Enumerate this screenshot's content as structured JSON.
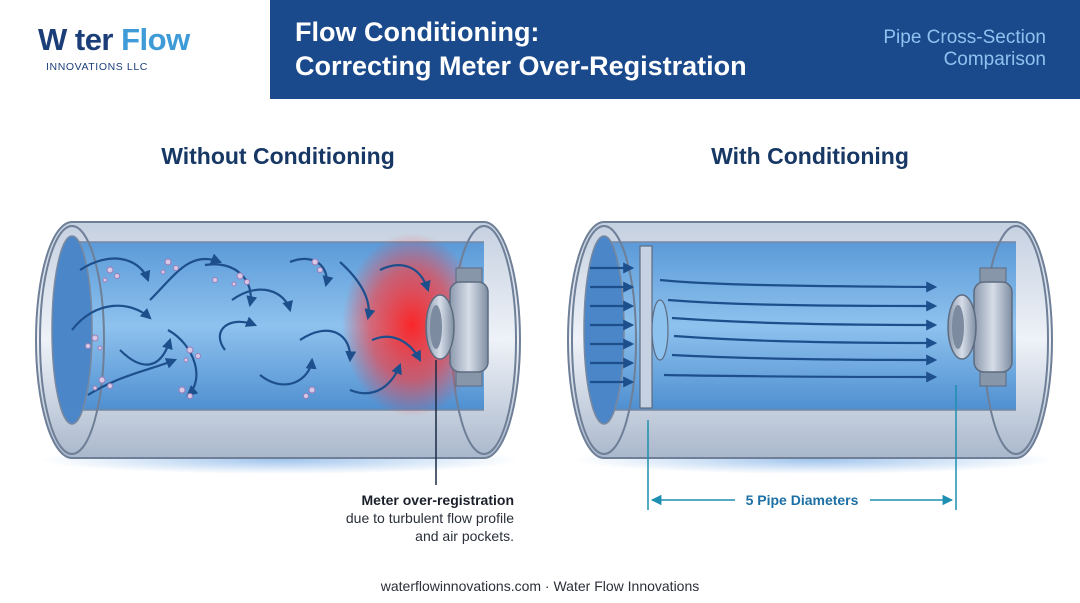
{
  "header": {
    "logo_water": "W ter",
    "logo_flow": "Flow",
    "logo_subtitle": "INNOVATIONS LLC",
    "title_line1": "Flow Conditioning:",
    "title_line2": "Correcting Meter Over-Registration",
    "subtitle_line1": "Pipe Cross-Section",
    "subtitle_line2": "Comparison"
  },
  "panels": {
    "left_title": "Without Conditioning",
    "right_title": "With Conditioning"
  },
  "annotations": {
    "over_registration_bold": "Meter over-registration",
    "over_registration_line2": "due to turbulent flow profile",
    "over_registration_line3": "and air pockets.",
    "distance_label": "5 Pipe Diameters"
  },
  "footer": {
    "text": "waterflowinnovations.com · Water Flow Innovations"
  },
  "colors": {
    "brand_navy": "#1a4a8c",
    "brand_light_blue": "#3e9bd8",
    "flow_arrow": "#1d4f8c",
    "turbulence_highlight": "#ff2a2a",
    "dimension_teal": "#1d8fb0"
  }
}
